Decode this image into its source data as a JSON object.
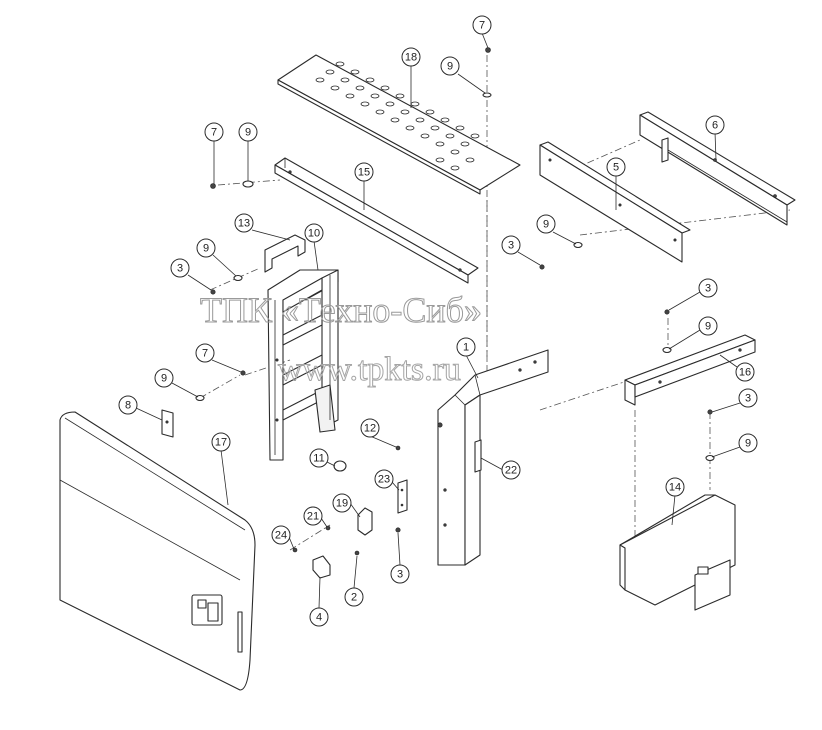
{
  "watermark": {
    "line1": "ТПК «Техно-Сиб»",
    "line2": "www.tpkts.ru"
  },
  "callouts": [
    {
      "id": "c7a",
      "label": "7"
    },
    {
      "id": "c18",
      "label": "18"
    },
    {
      "id": "c9a",
      "label": "9"
    },
    {
      "id": "c6",
      "label": "6"
    },
    {
      "id": "c7b",
      "label": "7"
    },
    {
      "id": "c9b",
      "label": "9"
    },
    {
      "id": "c15",
      "label": "15"
    },
    {
      "id": "c5",
      "label": "5"
    },
    {
      "id": "c13",
      "label": "13"
    },
    {
      "id": "c10",
      "label": "10"
    },
    {
      "id": "c9c",
      "label": "9"
    },
    {
      "id": "c3a",
      "label": "3"
    },
    {
      "id": "c9d",
      "label": "9"
    },
    {
      "id": "c3b",
      "label": "3"
    },
    {
      "id": "c3c",
      "label": "3"
    },
    {
      "id": "c9e",
      "label": "9"
    },
    {
      "id": "c7c",
      "label": "7"
    },
    {
      "id": "c1",
      "label": "1"
    },
    {
      "id": "c16",
      "label": "16"
    },
    {
      "id": "c9f",
      "label": "9"
    },
    {
      "id": "c8",
      "label": "8"
    },
    {
      "id": "c3d",
      "label": "3"
    },
    {
      "id": "c12",
      "label": "12"
    },
    {
      "id": "c9g",
      "label": "9"
    },
    {
      "id": "c17",
      "label": "17"
    },
    {
      "id": "c11",
      "label": "11"
    },
    {
      "id": "c22",
      "label": "22"
    },
    {
      "id": "c23",
      "label": "23"
    },
    {
      "id": "c14",
      "label": "14"
    },
    {
      "id": "c19",
      "label": "19"
    },
    {
      "id": "c21",
      "label": "21"
    },
    {
      "id": "c24",
      "label": "24"
    },
    {
      "id": "c3e",
      "label": "3"
    },
    {
      "id": "c2",
      "label": "2"
    },
    {
      "id": "c4",
      "label": "4"
    }
  ]
}
